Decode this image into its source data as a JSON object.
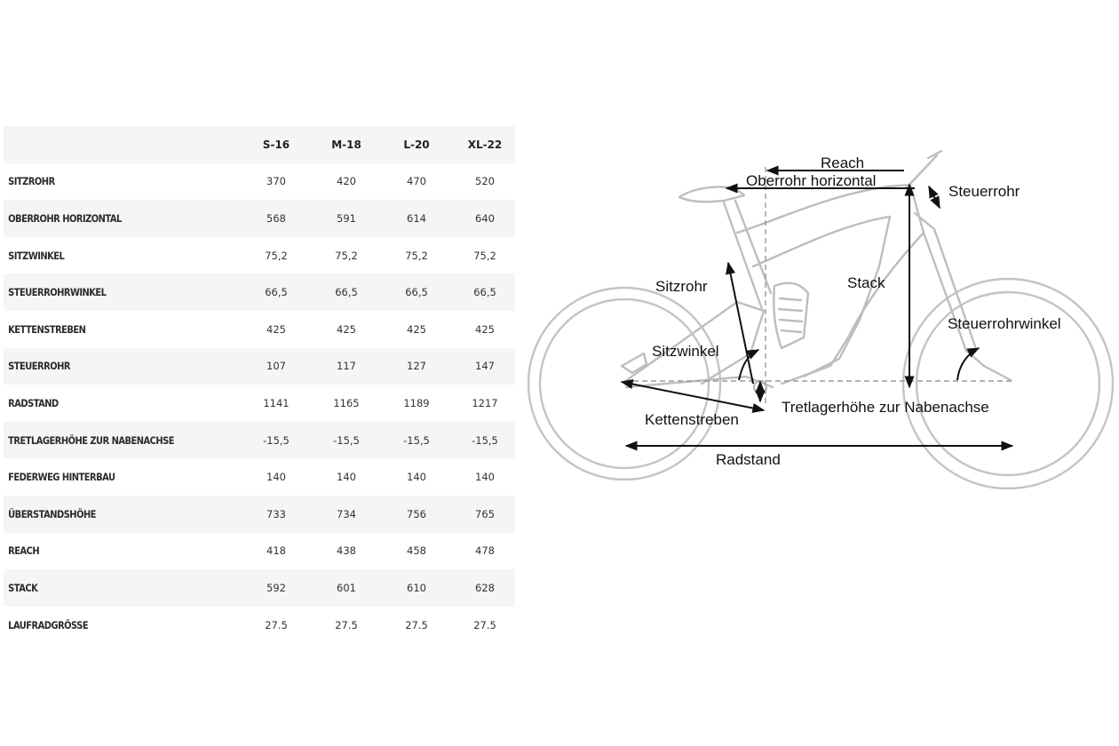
{
  "table": {
    "headers": [
      "",
      "S-16",
      "M-18",
      "L-20",
      "XL-22"
    ],
    "rows": [
      {
        "label": "SITZROHR",
        "values": [
          "370",
          "420",
          "470",
          "520"
        ]
      },
      {
        "label": "OBERROHR HORIZONTAL",
        "values": [
          "568",
          "591",
          "614",
          "640"
        ]
      },
      {
        "label": "SITZWINKEL",
        "values": [
          "75,2",
          "75,2",
          "75,2",
          "75,2"
        ]
      },
      {
        "label": "STEUERROHRWINKEL",
        "values": [
          "66,5",
          "66,5",
          "66,5",
          "66,5"
        ]
      },
      {
        "label": "KETTENSTREBEN",
        "values": [
          "425",
          "425",
          "425",
          "425"
        ]
      },
      {
        "label": "STEUERROHR",
        "values": [
          "107",
          "117",
          "127",
          "147"
        ]
      },
      {
        "label": "RADSTAND",
        "values": [
          "1141",
          "1165",
          "1189",
          "1217"
        ]
      },
      {
        "label": "TRETLAGERHÖHE ZUR NABENACHSE",
        "values": [
          "-15,5",
          "-15,5",
          "-15,5",
          "-15,5"
        ]
      },
      {
        "label": "FEDERWEG HINTERBAU",
        "values": [
          "140",
          "140",
          "140",
          "140"
        ]
      },
      {
        "label": "ÜBERSTANDSHÖHE",
        "values": [
          "733",
          "734",
          "756",
          "765"
        ]
      },
      {
        "label": "REACH",
        "values": [
          "418",
          "438",
          "458",
          "478"
        ]
      },
      {
        "label": "STACK",
        "values": [
          "592",
          "601",
          "610",
          "628"
        ]
      },
      {
        "label": "LAUFRADGRÖSSE",
        "values": [
          "27.5",
          "27.5",
          "27.5",
          "27.5"
        ]
      }
    ]
  },
  "diagram": {
    "labels": {
      "reach": "Reach",
      "oberrohr": "Oberrohr horizontal",
      "steuerrohr": "Steuerrohr",
      "stack": "Stack",
      "sitzrohr": "Sitzrohr",
      "steuerrohrwinkel": "Steuerrohrwinkel",
      "sitzwinkel": "Sitzwinkel",
      "tretlager": "Tretlagerhöhe zur Nabenachse",
      "kettenstreben": "Kettenstreben",
      "radstand": "Radstand"
    }
  },
  "colors": {
    "frame": "#bdbdbd",
    "dimension": "#111111",
    "row_stripe": "#f5f5f5"
  }
}
